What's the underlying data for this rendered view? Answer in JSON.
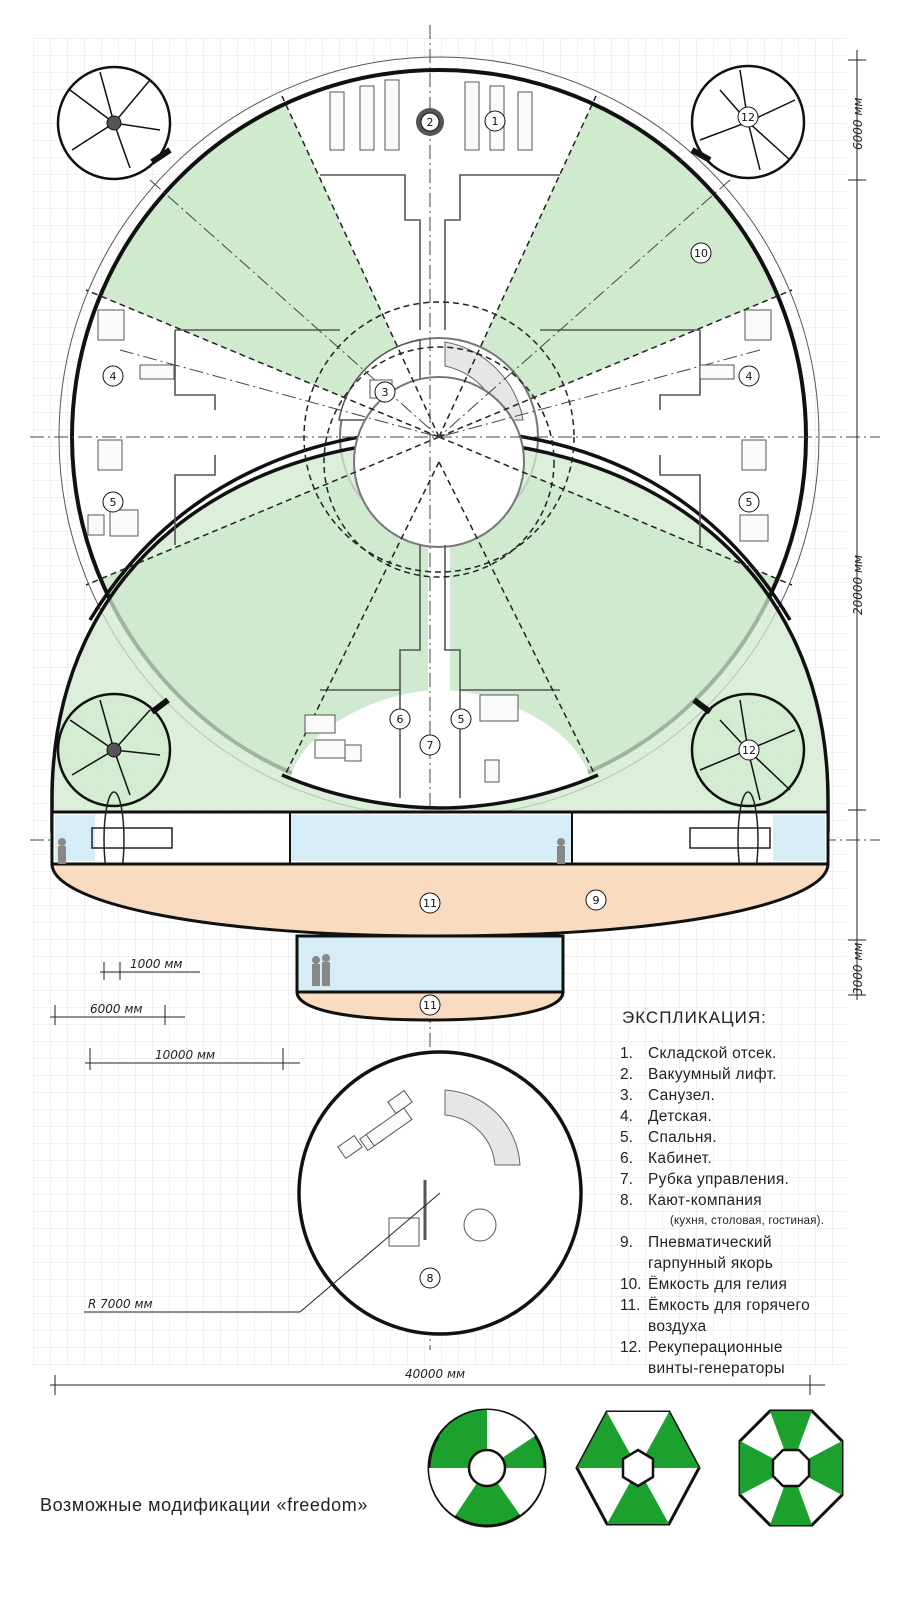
{
  "dimensions": {
    "d6000_top": "6000 мм",
    "d20000": "20000 мм",
    "d3000": "3000 мм",
    "d1000": "1000 мм",
    "d6000": "6000 мм",
    "d10000": "10000 мм",
    "d40000": "40000 мм",
    "radius": "R 7000 мм"
  },
  "markers": {
    "m1": "1",
    "m2": "2",
    "m3": "3",
    "m4": "4",
    "m5": "5",
    "m6": "6",
    "m7": "7",
    "m8": "8",
    "m9": "9",
    "m10": "10",
    "m11": "11",
    "m12": "12"
  },
  "legend": {
    "title": "ЭКСПЛИКАЦИЯ:",
    "items": [
      {
        "num": "1.",
        "text": "Складской отсек."
      },
      {
        "num": "2.",
        "text": "Вакуумный лифт."
      },
      {
        "num": "3.",
        "text": "Санузел."
      },
      {
        "num": "4.",
        "text": "Детская."
      },
      {
        "num": "5.",
        "text": "Спальня."
      },
      {
        "num": "6.",
        "text": "Кабинет."
      },
      {
        "num": "7.",
        "text": "Рубка управления."
      },
      {
        "num": "8.",
        "text": "Кают-компания"
      },
      {
        "num": "",
        "text": "(кухня, столовая, гостиная)."
      },
      {
        "num": "9.",
        "text": "Пневматический"
      },
      {
        "num": "",
        "text": "гарпунный якорь"
      },
      {
        "num": "10.",
        "text": "Ёмкость для гелия"
      },
      {
        "num": "11.",
        "text": "Ёмкость для горячего"
      },
      {
        "num": "",
        "text": "воздуха"
      },
      {
        "num": "12.",
        "text": "Рекуперационные"
      },
      {
        "num": "",
        "text": "винты-генераторы"
      }
    ]
  },
  "modifications_caption": "Возможные модификации «freedom»",
  "colors": {
    "tank_green": "#cfeacd",
    "tank_green_dark": "#a9dcaa",
    "hot_air": "#f9dcc0",
    "cabin_blue": "#d6ecf6",
    "mod_green": "#1da12e",
    "grid": "#e2e2e2",
    "ink": "#1a1a1a"
  }
}
